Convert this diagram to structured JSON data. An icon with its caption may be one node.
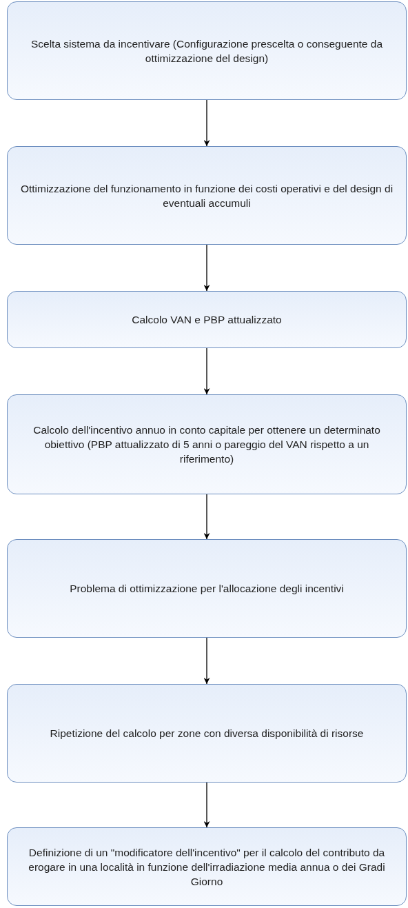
{
  "diagram": {
    "nodes": [
      {
        "text": [
          "Scelta sistema da incentivare (Configurazione prescelta o conseguente da ottimizzazione del design)"
        ]
      },
      {
        "text": [
          "Ottimizzazione del funzionamento in funzione dei costi operativi e del design di eventuali accumuli"
        ]
      },
      {
        "text": [
          "Calcolo VAN e PBP attualizzato"
        ]
      },
      {
        "text": [
          "Calcolo dell'incentivo annuo in conto capitale per ottenere un determinato obiettivo (PBP attualizzato di 5 anni o pareggio del VAN rispetto a un riferimento)"
        ]
      },
      {
        "text": [
          "Problema di ottimizzazione per l'allocazione degli incentivi"
        ]
      },
      {
        "text": [
          "Ripetizione del calcolo per zone con diversa disponibilità di risorse"
        ]
      },
      {
        "text": [
          "Definizione di un \"modificatore dell'incentivo\" per il calcolo del contributo da erogare in una località in funzione dell'irradiazione media annua o dei Gradi Giorno"
        ]
      }
    ],
    "edges": [
      {
        "from": 0,
        "to": 1,
        "arrow": "to"
      },
      {
        "from": 1,
        "to": 2,
        "arrow": "to"
      },
      {
        "from": 2,
        "to": 3,
        "arrow": "to"
      },
      {
        "from": 3,
        "to": 4,
        "arrow": "to"
      },
      {
        "from": 4,
        "to": 5,
        "arrow": "to"
      },
      {
        "from": 5,
        "to": 6,
        "arrow": "to"
      }
    ]
  }
}
